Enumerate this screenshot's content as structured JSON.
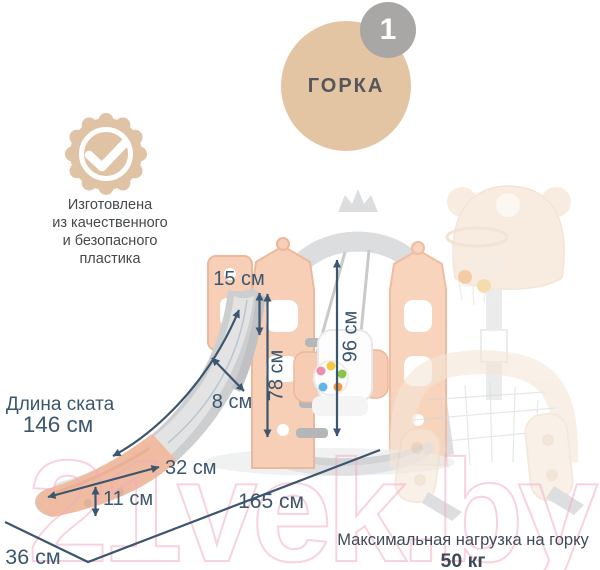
{
  "step_badge": {
    "number": "1",
    "title": "ГОРКА"
  },
  "quality_badge": {
    "lines": [
      "Изготовлена",
      "из качественного",
      "и безопасного",
      "пластика"
    ]
  },
  "dimensions": {
    "rail_height": "15 см",
    "ladder_height": "78 см",
    "side_wall": "8 см",
    "swing_height": "96 см",
    "slide_length_label": "Длина ската",
    "slide_length_value": "146 см",
    "slide_width": "32 см",
    "slide_lip_height": "11 см",
    "total_length": "165 см",
    "total_depth": "36 см"
  },
  "load_note": {
    "label": "Максимальная нагрузка на горку",
    "value": "50 кг"
  },
  "watermark": "21vek.by",
  "colors": {
    "accent_beige": "#e3c4a3",
    "step_gray": "#a8a7a5",
    "dimension_navy": "#3b566e",
    "watermark_pink": "#f3a6c1",
    "tower_peach": "#f6cfb6",
    "slide_gray": "#cdced0"
  }
}
